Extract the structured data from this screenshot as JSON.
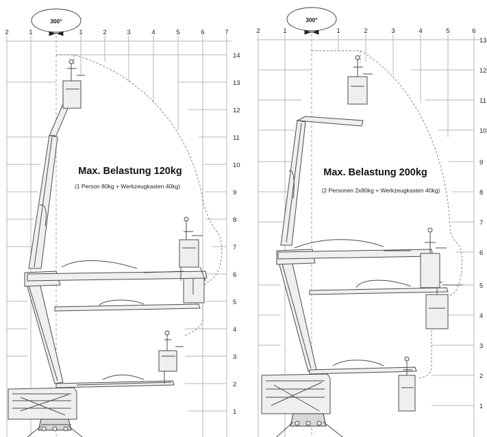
{
  "diagrams": [
    {
      "rotation_label": "300°",
      "x_tick_labels": [
        "2",
        "1",
        "1",
        "2",
        "3",
        "4",
        "5",
        "6",
        "7"
      ],
      "y_tick_labels": [
        "14",
        "13",
        "12",
        "11",
        "10",
        "9",
        "8",
        "7",
        "6",
        "5",
        "4",
        "3",
        "2",
        "1"
      ],
      "title": "Max. Belastung 120kg",
      "subtitle": "(1 Person 80kg + Werkzeugkasten 40kg)"
    },
    {
      "rotation_label": "300°",
      "x_tick_labels": [
        "2",
        "1",
        "1",
        "2",
        "3",
        "4",
        "5",
        "6"
      ],
      "y_tick_labels": [
        "13",
        "12",
        "11",
        "10",
        "9",
        "8",
        "7",
        "6",
        "5",
        "4",
        "3",
        "2",
        "1"
      ],
      "title": "Max. Belastung 200kg",
      "subtitle": "(2 Personen 2x80kg + Werkzeugkasten 40kg)"
    }
  ],
  "colors": {
    "grid": "#b5b5b5",
    "machine_fill": "#efefef",
    "machine_stroke": "#4a4a4a",
    "envelope": "#7a7a7a"
  }
}
